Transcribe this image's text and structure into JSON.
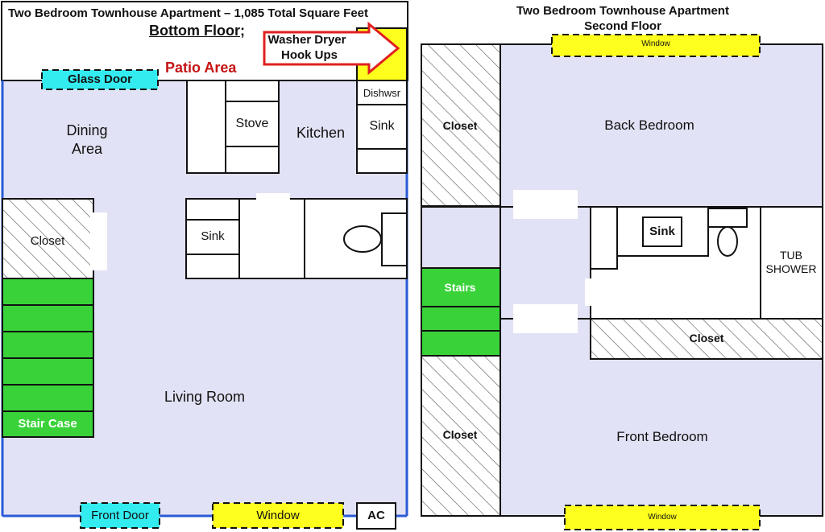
{
  "bottom": {
    "title": "Two Bedroom Townhouse Apartment – 1,085 Total Square Feet",
    "floor": "Bottom Floor",
    "floor_suffix": ";",
    "patio": "Patio Area",
    "washer_line1": "Washer Dryer",
    "washer_line2": "Hook Ups",
    "glass_door": "Glass Door",
    "dishwasher": "Dishwsr",
    "stove": "Stove",
    "kitchen": "Kitchen",
    "kitchen_sink": "Sink",
    "dining_line1": "Dining",
    "dining_line2": "Area",
    "closet": "Closet",
    "bath_sink": "Sink",
    "living": "Living Room",
    "stair_case": "Stair Case",
    "front_door": "Front Door",
    "window": "Window",
    "ac": "AC"
  },
  "second": {
    "title_line1": "Two Bedroom Townhouse Apartment",
    "title_line2": "Second Floor",
    "window_top": "Window",
    "window_bottom": "Window",
    "closet_top": "Closet",
    "back_bedroom": "Back Bedroom",
    "sink": "Sink",
    "tub_line1": "TUB",
    "tub_line2": "SHOWER",
    "stairs": "Stairs",
    "closet_mid": "Closet",
    "closet_bottom": "Closet",
    "front_bedroom": "Front Bedroom"
  },
  "colors": {
    "floor": "#e2e2f6",
    "stairs": "#39d339",
    "door": "#33ecf0",
    "window": "#ffff1e",
    "exterior_wall": "#2a5bd7",
    "patio_label": "#c51414",
    "arrow": "#e02020"
  }
}
